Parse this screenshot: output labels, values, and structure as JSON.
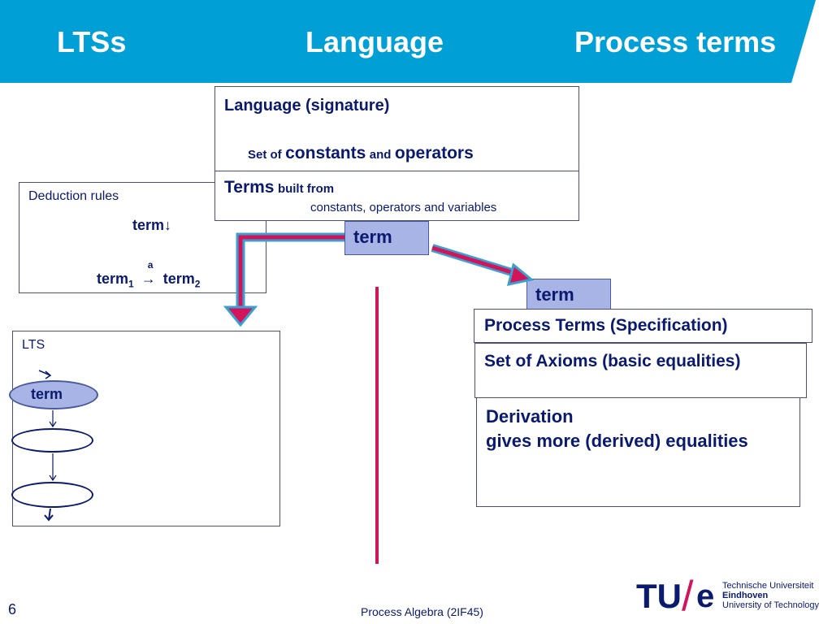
{
  "header": {
    "col1": "LTSs",
    "col2": "Language",
    "col3": "Process terms",
    "bg_color": "#00a0d6"
  },
  "language_box": {
    "title": "Language (signature)",
    "set_of": "Set of",
    "constants": "constants",
    "and": "and",
    "operators": "operators",
    "terms": "Terms",
    "built_from": "built from",
    "built_detail": "constants, operators and variables"
  },
  "deduction_box": {
    "title": "Deduction rules",
    "term_down": "term",
    "down_arrow": "↓",
    "term1": "term",
    "sub1": "1",
    "label_a": "a",
    "arrow": "→",
    "term2": "term",
    "sub2": "2"
  },
  "term_tags": {
    "center": "term",
    "right": "term"
  },
  "lts_box": {
    "title": "LTS",
    "start_node": "term"
  },
  "process_box": {
    "title": "Process Terms (Specification)",
    "axioms": "Set of Axioms (basic equalities)",
    "derivation_line1": "Derivation",
    "derivation_line2": "gives more (derived) equalities"
  },
  "footer": {
    "page_number": "6",
    "course": "Process Algebra (2IF45)",
    "logo_tu": "TU",
    "logo_slash": "/",
    "logo_e": "e",
    "uni_line1": "Technische Universiteit",
    "uni_line2": "Eindhoven",
    "uni_line3": "University of Technology"
  },
  "colors": {
    "navy": "#0a1a6e",
    "accent_red": "#d4145a",
    "term_fill": "#a8b3e6",
    "arrow_outline": "#3aa0d0"
  }
}
